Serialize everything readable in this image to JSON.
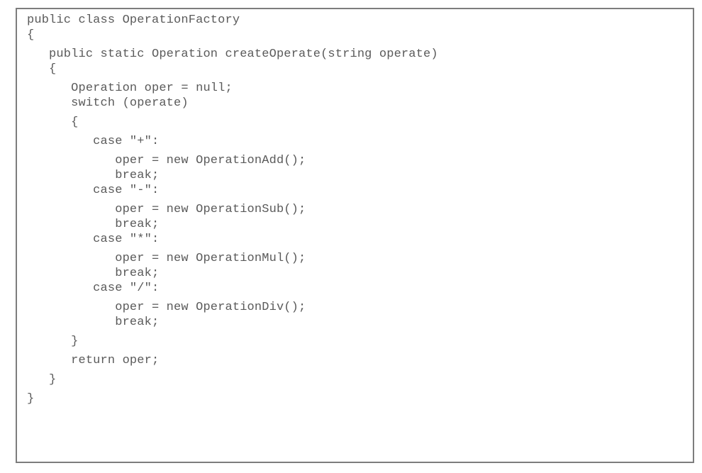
{
  "document": {
    "kind": "code-listing",
    "language": "C#",
    "class_name": "OperationFactory",
    "method_name": "createOperate",
    "text_color": "#5a5a5a",
    "border_color": "#7d7d7d",
    "background_color": "#ffffff"
  },
  "code": {
    "lines": [
      {
        "text": "public class OperationFactory",
        "gap": "none"
      },
      {
        "text": "{",
        "gap": "none"
      },
      {
        "text": "   public static Operation createOperate(string operate)",
        "gap": "small"
      },
      {
        "text": "   {",
        "gap": "none"
      },
      {
        "text": "      Operation oper = null;",
        "gap": "small"
      },
      {
        "text": "      switch (operate)",
        "gap": "none"
      },
      {
        "text": "      {",
        "gap": "small"
      },
      {
        "text": "         case \"+\":",
        "gap": "small"
      },
      {
        "text": "            oper = new OperationAdd();",
        "gap": "small"
      },
      {
        "text": "            break;",
        "gap": "none"
      },
      {
        "text": "         case \"-\":",
        "gap": "none"
      },
      {
        "text": "            oper = new OperationSub();",
        "gap": "small"
      },
      {
        "text": "            break;",
        "gap": "none"
      },
      {
        "text": "         case \"*\":",
        "gap": "none"
      },
      {
        "text": "            oper = new OperationMul();",
        "gap": "small"
      },
      {
        "text": "            break;",
        "gap": "none"
      },
      {
        "text": "         case \"/\":",
        "gap": "none"
      },
      {
        "text": "            oper = new OperationDiv();",
        "gap": "small"
      },
      {
        "text": "            break;",
        "gap": "none"
      },
      {
        "text": "      }",
        "gap": "small"
      },
      {
        "text": "      return oper;",
        "gap": "small"
      },
      {
        "text": "   }",
        "gap": "small"
      },
      {
        "text": "}",
        "gap": "small"
      }
    ]
  }
}
